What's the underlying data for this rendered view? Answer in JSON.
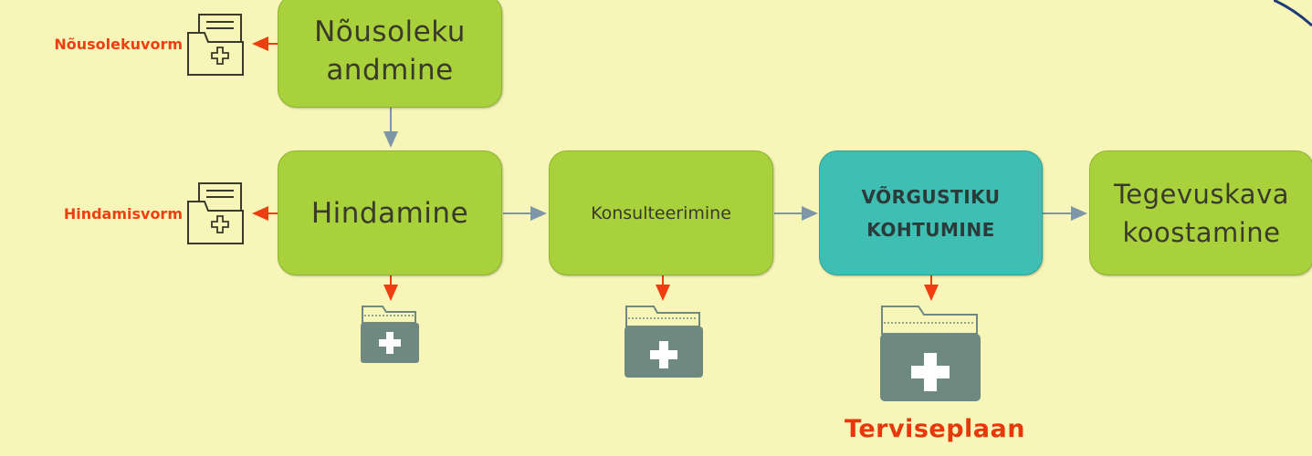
{
  "steps": {
    "consent": "Nõusoleku andmine",
    "assessment": "Hindamine",
    "consulting": "Konsulteerimine",
    "network": "VÕRGUSTIKU KOHTUMINE",
    "plan": "Tegevuskava koostamine"
  },
  "forms": {
    "consent_form": "Nõusolekuvorm",
    "assessment_form": "Hindamisvorm"
  },
  "outputs": {
    "health_plan": "Terviseplaan"
  },
  "colors": {
    "background": "#f7f6b8",
    "green_box": "#a8d13c",
    "teal_box": "#3fbeb4",
    "red_arrow": "#ef3e12",
    "connector": "#7d97a8",
    "folder": "#6e8a80"
  },
  "icons": [
    "document-folder-icon",
    "medical-folder-icon"
  ]
}
